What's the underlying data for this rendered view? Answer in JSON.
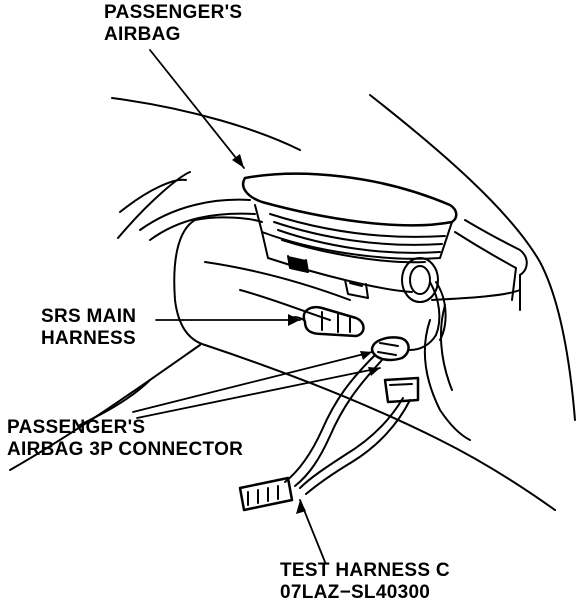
{
  "callouts": {
    "passenger_airbag": {
      "line1": "PASSENGER'S",
      "line2": "AIRBAG"
    },
    "srs_main_harness": {
      "line1": "SRS MAIN",
      "line2": "HARNESS"
    },
    "passenger_airbag_connector": {
      "line1": "PASSENGER'S",
      "line2": "AIRBAG 3P CONNECTOR"
    },
    "test_harness": {
      "line1": "TEST HARNESS C",
      "line2": "07LAZ−SL40300"
    }
  },
  "colors": {
    "ink": "#000000",
    "paper": "#ffffff"
  }
}
